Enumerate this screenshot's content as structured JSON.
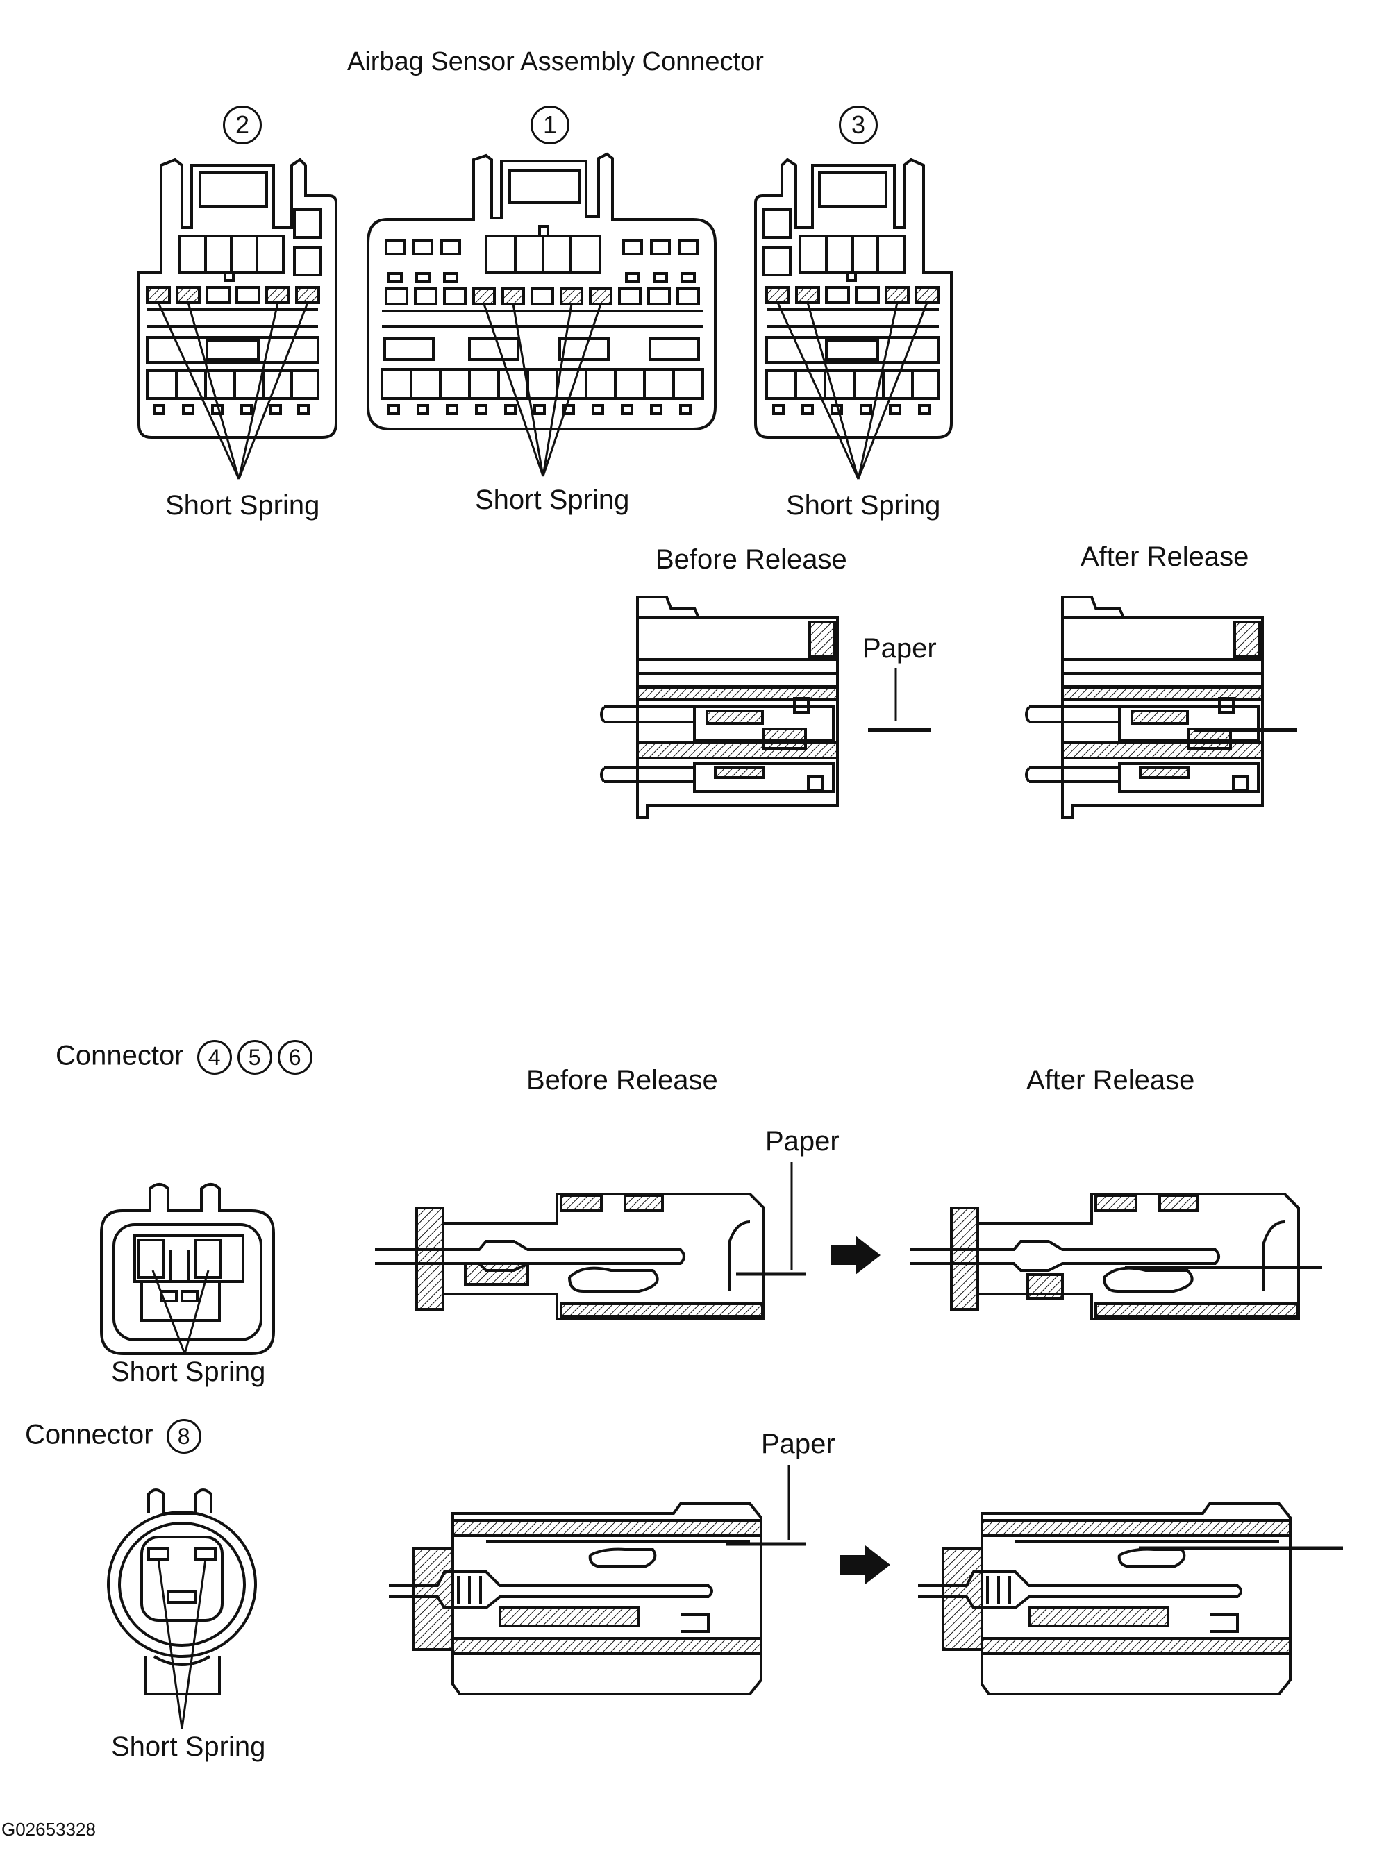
{
  "title": "Airbag Sensor Assembly Connector",
  "top_connectors": [
    {
      "number": "2",
      "label": "Short Spring"
    },
    {
      "number": "1",
      "label": "Short Spring"
    },
    {
      "number": "3",
      "label": "Short Spring"
    }
  ],
  "sensor_release": {
    "before": "Before Release",
    "after": "After Release",
    "paper": "Paper"
  },
  "connector_456": {
    "label": "Connector",
    "numbers": [
      "4",
      "5",
      "6"
    ],
    "before": "Before Release",
    "after": "After Release",
    "paper": "Paper",
    "short_spring": "Short Spring"
  },
  "connector_8": {
    "label": "Connector",
    "number": "8",
    "paper": "Paper",
    "short_spring": "Short Spring"
  },
  "figure_id": "G02653328"
}
